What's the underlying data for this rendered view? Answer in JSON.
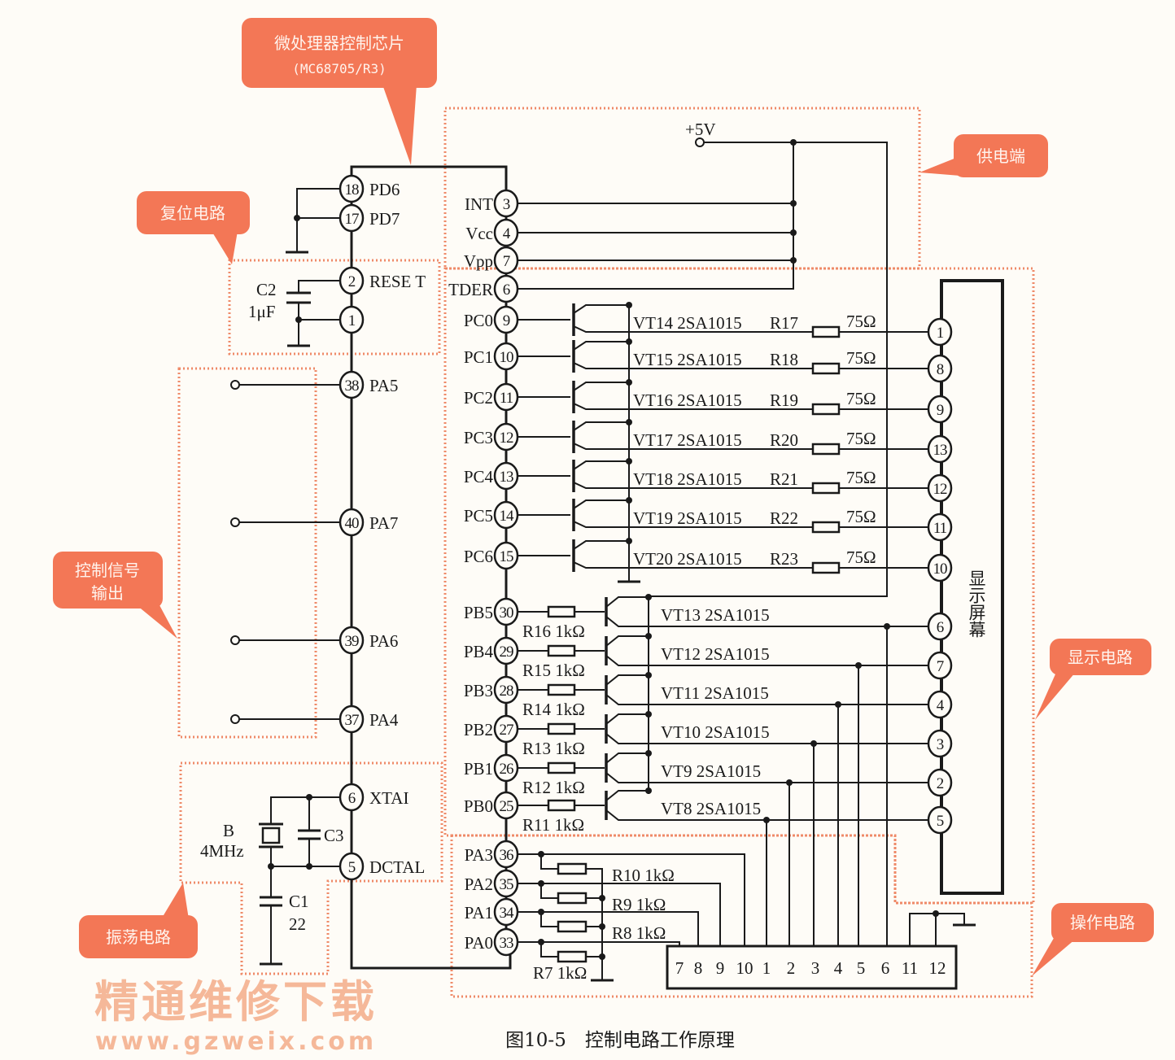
{
  "callouts": {
    "chip_title": "微处理器控制芯片",
    "chip_model": "(MC68705/R3)",
    "power": "供电端",
    "reset": "复位电路",
    "control_line1": "控制信号",
    "control_line2": "输出",
    "display": "显示电路",
    "oscillator": "振荡电路",
    "operation": "操作电路"
  },
  "colors": {
    "callout": "#f37756",
    "zone_border": "#ef8a68"
  },
  "power_label": "+5V",
  "left_pins": [
    {
      "num": "18",
      "label": "PD6"
    },
    {
      "num": "17",
      "label": "PD7"
    },
    {
      "num": "2",
      "label": "RESE T"
    },
    {
      "num": "1",
      "label": ""
    },
    {
      "num": "38",
      "label": "PA5"
    },
    {
      "num": "40",
      "label": "PA7"
    },
    {
      "num": "39",
      "label": "PA6"
    },
    {
      "num": "37",
      "label": "PA4"
    },
    {
      "num": "6",
      "label": "XTAI"
    },
    {
      "num": "5",
      "label": "DCTAL"
    }
  ],
  "right_pins": [
    {
      "num": "3",
      "label": "INT"
    },
    {
      "num": "4",
      "label": "Vcc"
    },
    {
      "num": "7",
      "label": "Vpp"
    },
    {
      "num": "6",
      "label": "TDER"
    },
    {
      "num": "9",
      "label": "PC0"
    },
    {
      "num": "10",
      "label": "PC1"
    },
    {
      "num": "11",
      "label": "PC2"
    },
    {
      "num": "12",
      "label": "PC3"
    },
    {
      "num": "13",
      "label": "PC4"
    },
    {
      "num": "14",
      "label": "PC5"
    },
    {
      "num": "15",
      "label": "PC6"
    },
    {
      "num": "30",
      "label": "PB5"
    },
    {
      "num": "29",
      "label": "PB4"
    },
    {
      "num": "28",
      "label": "PB3"
    },
    {
      "num": "27",
      "label": "PB2"
    },
    {
      "num": "26",
      "label": "PB1"
    },
    {
      "num": "25",
      "label": "PB0"
    },
    {
      "num": "36",
      "label": "PA3"
    },
    {
      "num": "35",
      "label": "PA2"
    },
    {
      "num": "34",
      "label": "PA1"
    },
    {
      "num": "33",
      "label": "PA0"
    }
  ],
  "reset_parts": {
    "cap": "C2",
    "cap_value": "1μF"
  },
  "osc_parts": {
    "crystal": "B",
    "crystal_value": "4MHz",
    "c3": "C3",
    "c1": "C1",
    "c1_value": "22"
  },
  "pc_rows": [
    {
      "transistor": "VT14 2SA1015",
      "resistor": "R17",
      "ohm": "75Ω",
      "display_pin": "1"
    },
    {
      "transistor": "VT15 2SA1015",
      "resistor": "R18",
      "ohm": "75Ω",
      "display_pin": "8"
    },
    {
      "transistor": "VT16 2SA1015",
      "resistor": "R19",
      "ohm": "75Ω",
      "display_pin": "9"
    },
    {
      "transistor": "VT17 2SA1015",
      "resistor": "R20",
      "ohm": "75Ω",
      "display_pin": "13"
    },
    {
      "transistor": "VT18 2SA1015",
      "resistor": "R21",
      "ohm": "75Ω",
      "display_pin": "12"
    },
    {
      "transistor": "VT19 2SA1015",
      "resistor": "R22",
      "ohm": "75Ω",
      "display_pin": "11"
    },
    {
      "transistor": "VT20 2SA1015",
      "resistor": "R23",
      "ohm": "75Ω",
      "display_pin": "10"
    }
  ],
  "pb_rows": [
    {
      "transistor": "VT13 2SA1015",
      "resistor": "R16 1kΩ",
      "display_pin": "6"
    },
    {
      "transistor": "VT12 2SA1015",
      "resistor": "R15 1kΩ",
      "display_pin": "7"
    },
    {
      "transistor": "VT11 2SA1015",
      "resistor": "R14 1kΩ",
      "display_pin": "4"
    },
    {
      "transistor": "VT10 2SA1015",
      "resistor": "R13 1kΩ",
      "display_pin": "3"
    },
    {
      "transistor": "VT9 2SA1015",
      "resistor": "R12 1kΩ",
      "display_pin": "2"
    },
    {
      "transistor": "VT8 2SA1015",
      "resistor": "R11 1kΩ",
      "display_pin": "5"
    }
  ],
  "pa_rows": [
    {
      "resistor": "R10 1kΩ"
    },
    {
      "resistor": "R9 1kΩ"
    },
    {
      "resistor": "R8 1kΩ"
    },
    {
      "resistor": "R7 1kΩ"
    }
  ],
  "display_label": "显示屏幕",
  "connector_pins": [
    "7",
    "8",
    "9",
    "10",
    "1",
    "2",
    "3",
    "4",
    "5",
    "6",
    "11",
    "12"
  ],
  "watermark": {
    "line1": "精通维修下载",
    "line2": "www.gzweix.com"
  },
  "caption": "图10-5　控制电路工作原理"
}
